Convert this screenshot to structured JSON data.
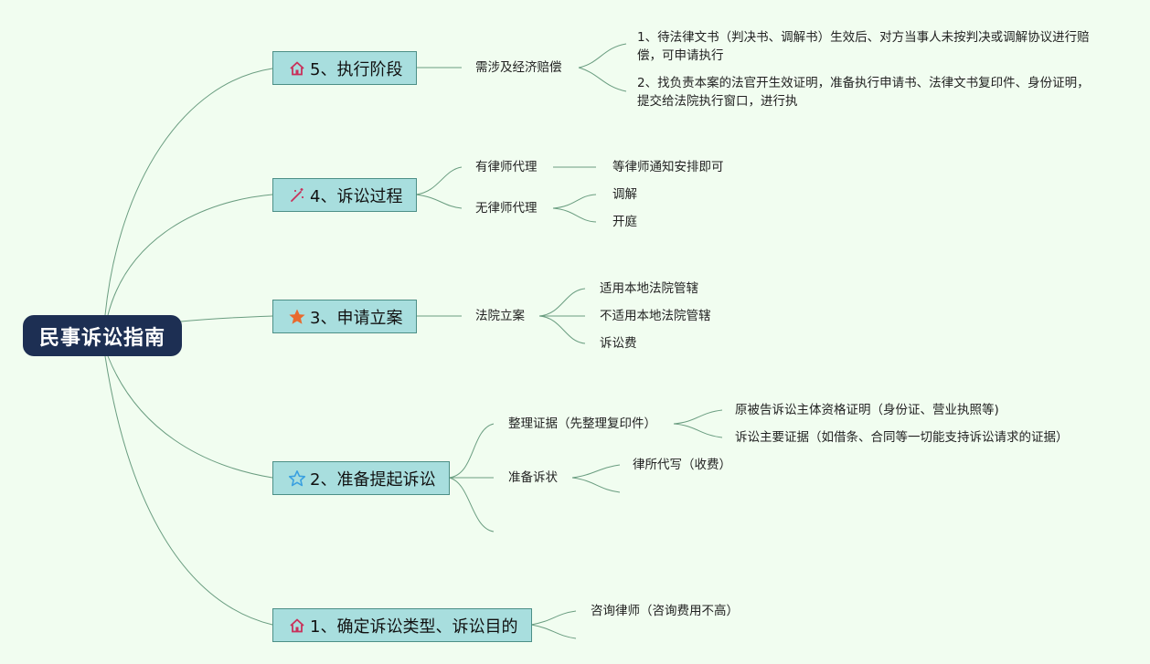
{
  "root": {
    "label": "民事诉讼指南"
  },
  "topics": [
    {
      "id": "t5",
      "label": "5、执行阶段",
      "icon": "house-icon",
      "children": [
        {
          "label": "需涉及经济赔偿",
          "children": [
            "1、待法律文书（判决书、调解书）生效后、对方当事人未按判决或调解协议进行赔偿，可申请执行",
            "2、找负责本案的法官开生效证明，准备执行申请书、法律文书复印件、身份证明，提交给法院执行窗口，进行执"
          ]
        }
      ]
    },
    {
      "id": "t4",
      "label": "4、诉讼过程",
      "icon": "magic-wand-icon",
      "children": [
        {
          "label": "有律师代理",
          "children": [
            "等律师通知安排即可"
          ]
        },
        {
          "label": "无律师代理",
          "children": [
            "调解",
            "开庭"
          ]
        }
      ]
    },
    {
      "id": "t3",
      "label": "3、申请立案",
      "icon": "star-filled-icon",
      "children": [
        {
          "label": "法院立案",
          "children": [
            "适用本地法院管辖",
            "不适用本地法院管辖",
            "诉讼费"
          ]
        }
      ]
    },
    {
      "id": "t2",
      "label": "2、准备提起诉讼",
      "icon": "star-outline-icon",
      "children": [
        {
          "label": "整理证据（先整理复印件）",
          "children": [
            "原被告诉讼主体资格证明（身份证、营业执照等)",
            "诉讼主要证据（如借条、合同等一切能支持诉讼请求的证据）"
          ]
        },
        {
          "label": "准备诉状",
          "children": [
            "律所代写（收费）",
            ""
          ]
        },
        {
          "label": "",
          "children": []
        }
      ]
    },
    {
      "id": "t1",
      "label": "1、确定诉讼类型、诉讼目的",
      "icon": "house-icon",
      "children": [
        {
          "label": "咨询律师（咨询费用不高）",
          "children": []
        },
        {
          "label": "",
          "children": []
        }
      ]
    }
  ],
  "colors": {
    "background": "#f1fdf0",
    "root_fill": "#1d2f53",
    "topic_fill": "#a8dede",
    "topic_border": "#4c8f86",
    "line": "#6a9d80",
    "house_icon": "#c9305a",
    "wand_icon": "#c9305a",
    "star_filled": "#e86a2e",
    "star_outline": "#3aa0e0"
  }
}
